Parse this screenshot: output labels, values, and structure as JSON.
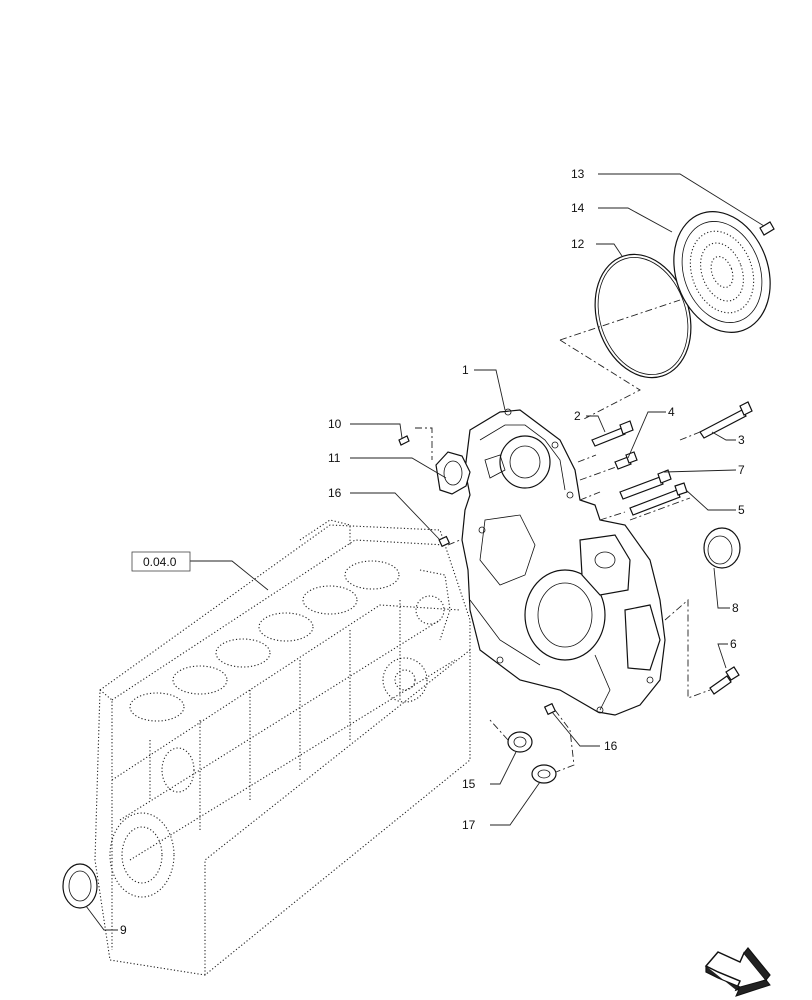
{
  "diagram": {
    "reference_label": "0.04.0",
    "callouts": [
      {
        "id": "c1",
        "label": "1"
      },
      {
        "id": "c2",
        "label": "2"
      },
      {
        "id": "c3",
        "label": "3"
      },
      {
        "id": "c4",
        "label": "4"
      },
      {
        "id": "c5",
        "label": "5"
      },
      {
        "id": "c6",
        "label": "6"
      },
      {
        "id": "c7",
        "label": "7"
      },
      {
        "id": "c8",
        "label": "8"
      },
      {
        "id": "c9",
        "label": "9"
      },
      {
        "id": "c10",
        "label": "10"
      },
      {
        "id": "c11",
        "label": "11"
      },
      {
        "id": "c12",
        "label": "12"
      },
      {
        "id": "c13",
        "label": "13"
      },
      {
        "id": "c14",
        "label": "14"
      },
      {
        "id": "c15",
        "label": "15"
      },
      {
        "id": "c16a",
        "label": "16"
      },
      {
        "id": "c16b",
        "label": "16"
      },
      {
        "id": "c17",
        "label": "17"
      }
    ]
  },
  "nav": {
    "next_arrow_icon": "next-page-arrow-icon"
  }
}
